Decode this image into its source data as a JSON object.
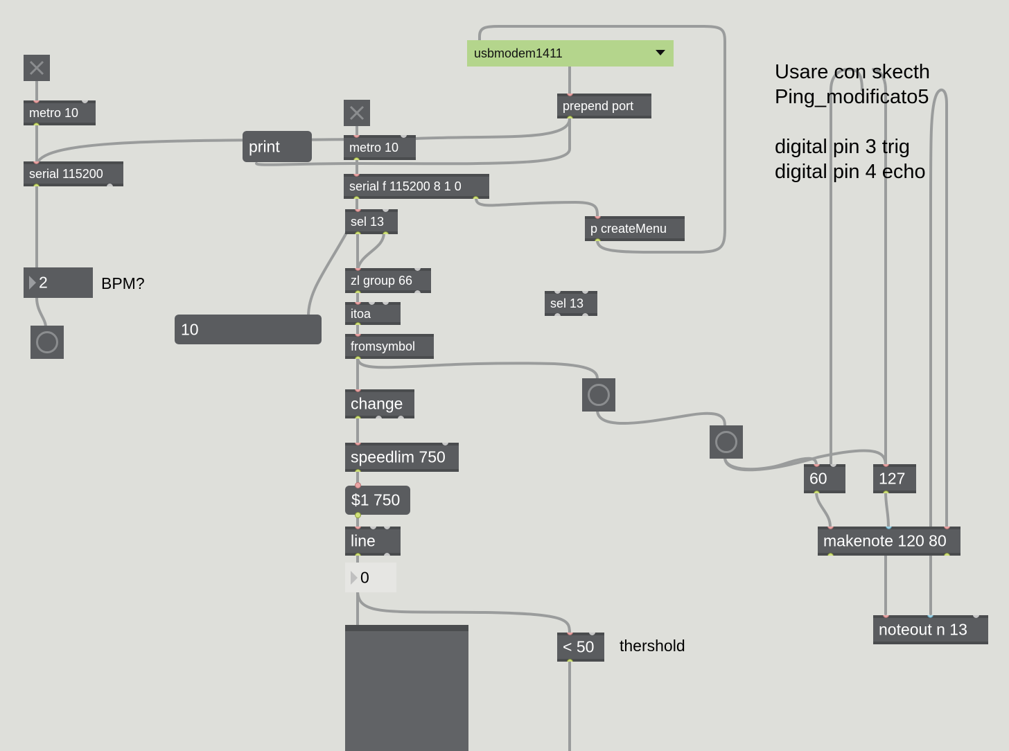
{
  "objects": {
    "metro_left": "metro 10",
    "serial_left": "serial 115200",
    "print": "print",
    "metro_mid": "metro 10",
    "prepend_port": "prepend port",
    "serial_f": "serial f 115200 8 1 0",
    "sel13_main": "sel 13",
    "p_createmenu": "p createMenu",
    "zl_group": "zl group 66",
    "sel13_loose": "sel 13",
    "itoa": "itoa",
    "fromsymbol": "fromsymbol",
    "change": "change",
    "speedlim": "speedlim 750",
    "msg_line": "$1 750",
    "line": "line",
    "lessthan": "< 50",
    "num60": "60",
    "num127": "127",
    "makenote": "makenote 120 80",
    "noteout": "noteout n 13",
    "msg10": "10"
  },
  "numboxes": {
    "bpm_value": "2",
    "line_value": "0"
  },
  "menu": {
    "port_selected": "usbmodem1411"
  },
  "comments": {
    "bpm": "BPM?",
    "threshold": "thershold",
    "note_line1": "Usare con skecth",
    "note_line2": "Ping_modificato5",
    "note_line3": "digital pin 3 trig",
    "note_line4": "digital pin 4 echo"
  },
  "colors": {
    "canvas": "#dedfda",
    "object": "#5a5c5f",
    "cable": "#9a9c9c",
    "menu": "#b4d58c",
    "inlet": "#e9a4a4",
    "outlet": "#cfe07a"
  }
}
